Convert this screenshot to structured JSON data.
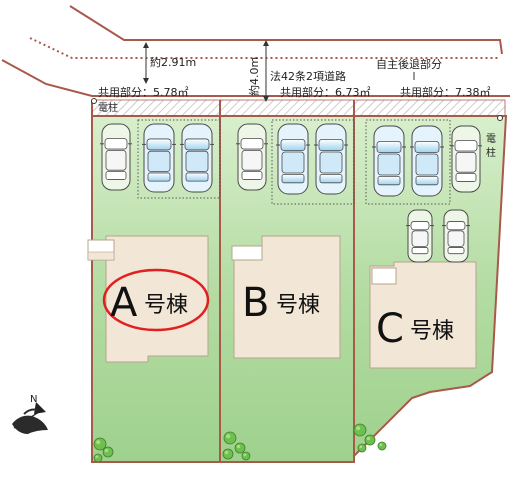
{
  "road": {
    "setback_width": "約2.91m",
    "road_width": "約4.0m",
    "road_type": "法42条2項道路",
    "self_setback": "自主後退部分"
  },
  "shared_areas": {
    "a": "共用部分：5.78㎡",
    "b": "共用部分：6.73㎡",
    "c": "共用部分：7.38㎡"
  },
  "poles": {
    "left": "電柱",
    "right_1": "電",
    "right_2": "柱"
  },
  "lots": [
    {
      "letter": "A",
      "suffix": "号棟",
      "highlighted": true
    },
    {
      "letter": "B",
      "suffix": "号棟",
      "highlighted": false
    },
    {
      "letter": "C",
      "suffix": "号棟",
      "highlighted": false
    }
  ],
  "compass": {
    "north": "N"
  },
  "colors": {
    "lot_green": "#b8dfa8",
    "lot_border": "#a85a4a",
    "building": "#f2e6d6",
    "highlight_circle": "#e02020",
    "car_fill": "#dff0fb",
    "car_outline": "#4a4a4a"
  }
}
